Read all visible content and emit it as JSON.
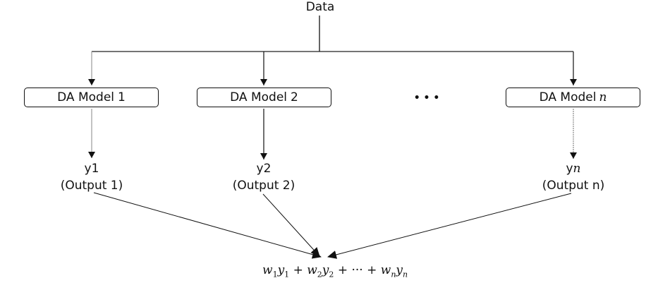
{
  "diagram": {
    "input": {
      "label": "Data"
    },
    "models": [
      {
        "label": "DA Model",
        "index": "1",
        "index_italic": false
      },
      {
        "label": "DA Model",
        "index": "2",
        "index_italic": false
      },
      {
        "label": "DA Model",
        "index": "n",
        "index_italic": true
      }
    ],
    "ellipsis": "• • •",
    "outputs": [
      {
        "symbol": "y1",
        "caption": "(Output 1)"
      },
      {
        "symbol": "y2",
        "caption": "(Output 2)"
      },
      {
        "symbol": "yn",
        "caption": "(Output n)"
      }
    ],
    "combination": {
      "formula_text": "w1y1 + w2y2 + ··· + wnyn",
      "terms": [
        {
          "w": "w",
          "w_sub": "1",
          "y": "y",
          "y_sub": "1"
        },
        {
          "w": "w",
          "w_sub": "2",
          "y": "y",
          "y_sub": "2"
        },
        {
          "w": "w",
          "w_sub": "n",
          "y": "y",
          "y_sub": "n"
        }
      ],
      "plus": "+",
      "dots": "···"
    },
    "colors": {
      "line": "#111111",
      "light_line": "#9a9a9a",
      "background": "#ffffff"
    }
  }
}
